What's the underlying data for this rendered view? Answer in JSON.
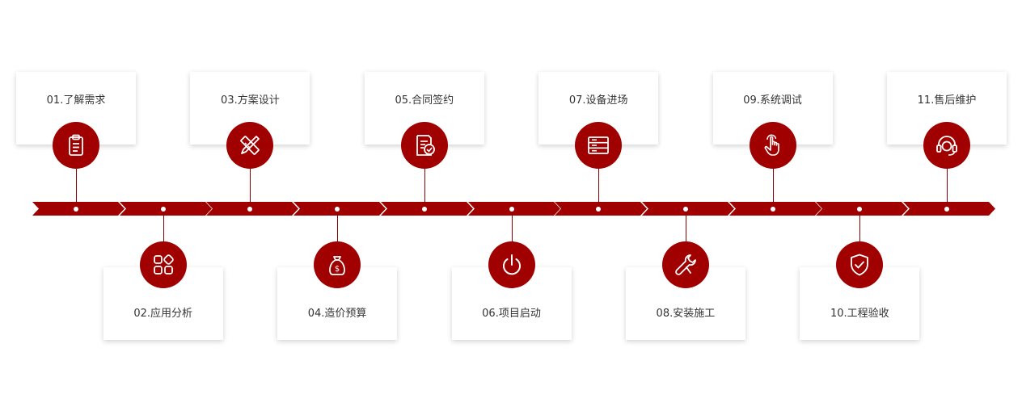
{
  "steps": [
    {
      "label": "01.了解需求",
      "icon": "clipboard-icon",
      "position": "top"
    },
    {
      "label": "02.应用分析",
      "icon": "grid-apps-icon",
      "position": "bottom"
    },
    {
      "label": "03.方案设计",
      "icon": "pencil-ruler-icon",
      "position": "top"
    },
    {
      "label": "04.造价预算",
      "icon": "money-bag-icon",
      "position": "bottom"
    },
    {
      "label": "05.合同签约",
      "icon": "contract-check-icon",
      "position": "top"
    },
    {
      "label": "06.项目启动",
      "icon": "power-icon",
      "position": "bottom"
    },
    {
      "label": "07.设备进场",
      "icon": "server-rack-icon",
      "position": "top"
    },
    {
      "label": "08.安装施工",
      "icon": "wrench-icon",
      "position": "bottom"
    },
    {
      "label": "09.系统调试",
      "icon": "hand-pointer-icon",
      "position": "top"
    },
    {
      "label": "10.工程验收",
      "icon": "shield-check-icon",
      "position": "bottom"
    },
    {
      "label": "11.售后维护",
      "icon": "headset-icon",
      "position": "top"
    }
  ],
  "colors": {
    "accent": "#a00000",
    "card_bg": "#ffffff",
    "text": "#333333"
  }
}
